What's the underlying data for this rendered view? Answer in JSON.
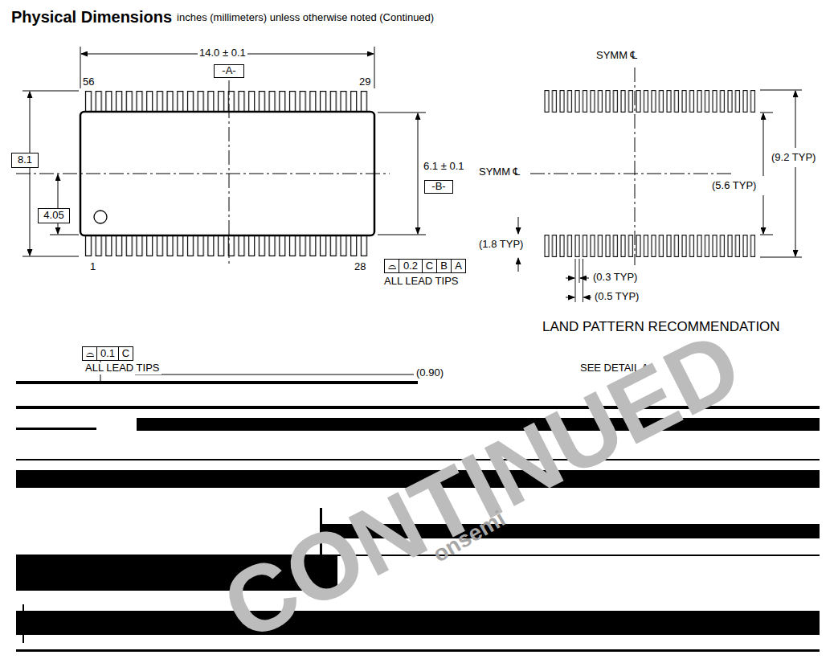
{
  "diagram": {
    "title": "Physical Dimensions",
    "labels": [
      "inches (millimeters) unless otherwise noted (Continued)",
      "14.0 ± 0.1",
      "-A-",
      "56",
      "29",
      "8.1",
      "4.05",
      "6.1 ± 0.1",
      "-B-",
      "1",
      "28",
      "⌓",
      "0.2",
      "C",
      "B",
      "A",
      "ALL LEAD TIPS",
      "SYMM ℄",
      "SYMM ℄",
      "(9.2 TYP)",
      "(5.6 TYP)",
      "(1.8 TYP)",
      "(0.3 TYP)",
      "(0.5 TYP)",
      "LAND PATTERN RECOMMENDATION",
      "⌓",
      "0.1",
      "C",
      "ALL LEAD TIPS",
      "(0.90)",
      "SEE DETAIL A",
      "CONTINUED",
      "onsemi"
    ]
  }
}
